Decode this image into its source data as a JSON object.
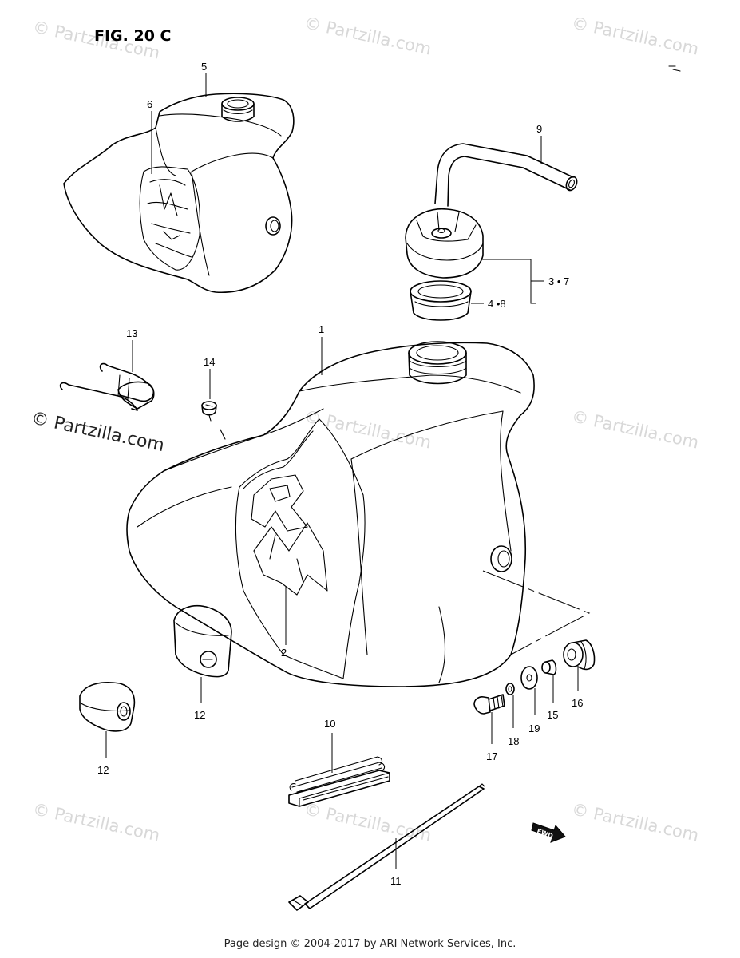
{
  "figure": {
    "title": "FIG. 20 C",
    "fwd_label": "FWD"
  },
  "callouts": {
    "c1": "1",
    "c2": "2",
    "c3_7": "3 • 7",
    "c4_8": "4 •8",
    "c5": "5",
    "c6": "6",
    "c9": "9",
    "c10": "10",
    "c11": "11",
    "c12a": "12",
    "c12b": "12",
    "c13": "13",
    "c14": "14",
    "c15": "15",
    "c16": "16",
    "c17": "17",
    "c18": "18",
    "c19": "19"
  },
  "watermarks": {
    "text": "© Partzilla.com",
    "prominent": "© Partzilla.com"
  },
  "footer": {
    "credit": "Page design © 2004-2017 by ARI Network Services, Inc."
  },
  "colors": {
    "line": "#000000",
    "watermark": "#d8d8d8",
    "background": "#ffffff"
  }
}
